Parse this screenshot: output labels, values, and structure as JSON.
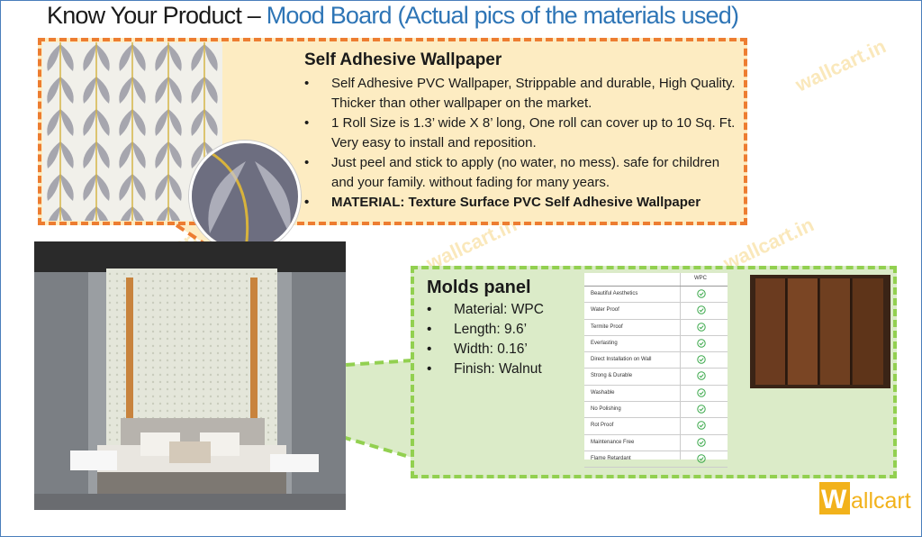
{
  "header": {
    "title_part1": "Know Your Product – ",
    "title_part2": "Mood Board (Actual pics of the materials used)"
  },
  "wallpaper": {
    "title": "Self Adhesive Wallpaper",
    "bullets": [
      "Self Adhesive PVC Wallpaper, Strippable and durable, High Quality. Thicker than other wallpaper on the market.",
      "1 Roll Size is 1.3’ wide X 8’ long, One roll can cover up to 10 Sq. Ft. Very easy to install and reposition.",
      "Just peel and stick to apply (no water, no mess). safe for children and your family. without fading for many years.",
      "MATERIAL: Texture Surface PVC Self Adhesive Wallpaper"
    ]
  },
  "molds": {
    "title": "Molds panel",
    "bullets": [
      "Material: WPC",
      "Length: 9.6’",
      "Width: 0.16’",
      "Finish: Walnut"
    ]
  },
  "comparison_table": {
    "column_header": "WPC",
    "rows": [
      "Beautiful Aesthetics",
      "Water Proof",
      "Termite Proof",
      "Everlasting",
      "Direct Installation on Wall",
      "Strong & Durable",
      "Washable",
      "No Polishing",
      "Rot Proof",
      "Maintenance Free",
      "Flame Retardant"
    ]
  },
  "watermark": {
    "text": "wallcart.in"
  },
  "logo": {
    "initial": "W",
    "text": "allcart"
  },
  "colors": {
    "title_accent": "#2e75b6",
    "orange_border": "#ed7d31",
    "orange_fill": "#fdecc2",
    "green_border": "#92d050",
    "green_fill": "#dbebc8",
    "logo_bg": "#f2b21b",
    "check": "#3aa84a"
  }
}
